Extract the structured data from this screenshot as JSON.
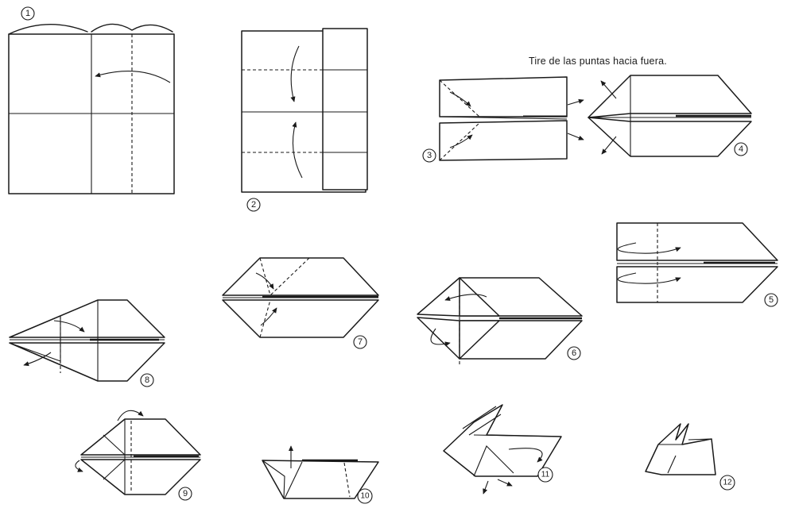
{
  "instruction": "Tire de las puntas hacia fuera.",
  "steps": [
    {
      "label": "1"
    },
    {
      "label": "2"
    },
    {
      "label": "3"
    },
    {
      "label": "4"
    },
    {
      "label": "5"
    },
    {
      "label": "6"
    },
    {
      "label": "7"
    },
    {
      "label": "8"
    },
    {
      "label": "9"
    },
    {
      "label": "10"
    },
    {
      "label": "11"
    },
    {
      "label": "12"
    }
  ]
}
